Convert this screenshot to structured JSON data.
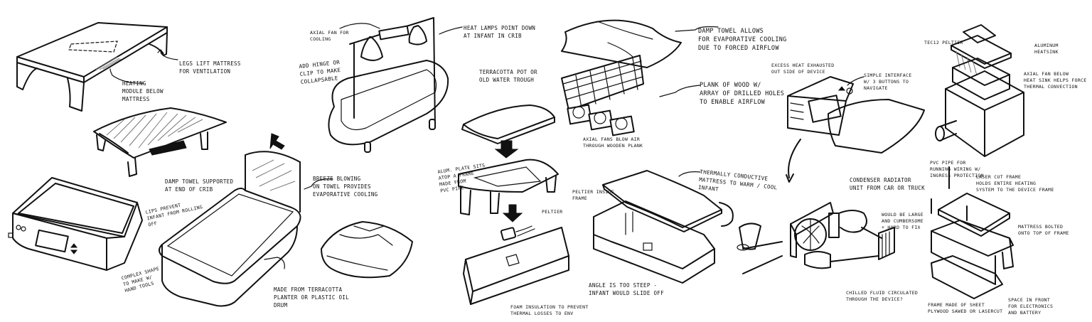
{
  "colors": {
    "ink": "#111111",
    "paper": "#ffffff"
  },
  "annotations": {
    "legs_lift": "Legs lift mattress\nfor ventilation",
    "heating_module": "Heating\nmodule below\nmattress",
    "damp_towel_crib": "Damp towel supported\nat end of crib",
    "lips_prevent": "Lips prevent\ninfant from rolling\noff",
    "complex_shape": "Complex shape\nto make w/\nhand tools",
    "breeze_blowing": "Breeze blowing\non towel provides\nevaporative cooling",
    "made_from_terracotta": "Made from terracotta\nplanter or plastic oil\ndrum",
    "axial_fan_cooling": "Axial fan for\ncooling",
    "heat_lamps": "Heat lamps point down\nat infant in crib",
    "add_hinge": "Add hinge or\nclip to make\ncollapsable",
    "terracotta_pot": "Terracotta pot or\nold water trough",
    "alum_plate": "Alum. plate sits\natop a frame\nmade from\nPVC pipe",
    "peltier": "Peltier",
    "foam_insulation": "Foam insulation to prevent\nthermal losses to env",
    "damp_towel_allows": "Damp towel allows\nfor evaporative cooling\ndue to forced airflow",
    "plank_of_wood": "Plank of wood w/\narray of drilled holes\nto enable airflow",
    "axial_fans_blow": "Axial fans blow air\nthrough wooden plank",
    "thermally_conductive": "Thermally conductive\nmattress to warm / cool\ninfant",
    "peltier_inside": "Peltier inside\nframe",
    "angle_too_steep": "Angle is too steep -\ninfant would slide off",
    "excess_heat": "Excess heat exhausted\nout side of device",
    "simple_interface": "Simple interface\nw/ 3 buttons to\nnavigate",
    "condenser_radiator": "Condenser radiator\nunit from car or truck",
    "large_cumbersome": "Would be large\nand cumbersome\n+ hard to fix",
    "chilled_fluid": "Chilled fluid circulated\nthrough the device?",
    "tec12_peltier": "TEC12 Peltier",
    "aluminum_heatsink": "Aluminum\nheatsink",
    "axial_fan_below": "Axial fan below\nheat sink helps force\nthermal convection",
    "pvc_pipe": "PVC pipe for\nrunning wiring w/\ningress protection",
    "laser_cut_frame": "Laser cut frame\nholds entire heating\nsystem to the device frame",
    "mattress_bolted": "Mattress bolted\nonto top of frame",
    "frame_made_of_sheet": "Frame made of sheet\nplywood sawed or lasercut",
    "space_in_front": "Space in front\nfor electronics\nand battery"
  }
}
